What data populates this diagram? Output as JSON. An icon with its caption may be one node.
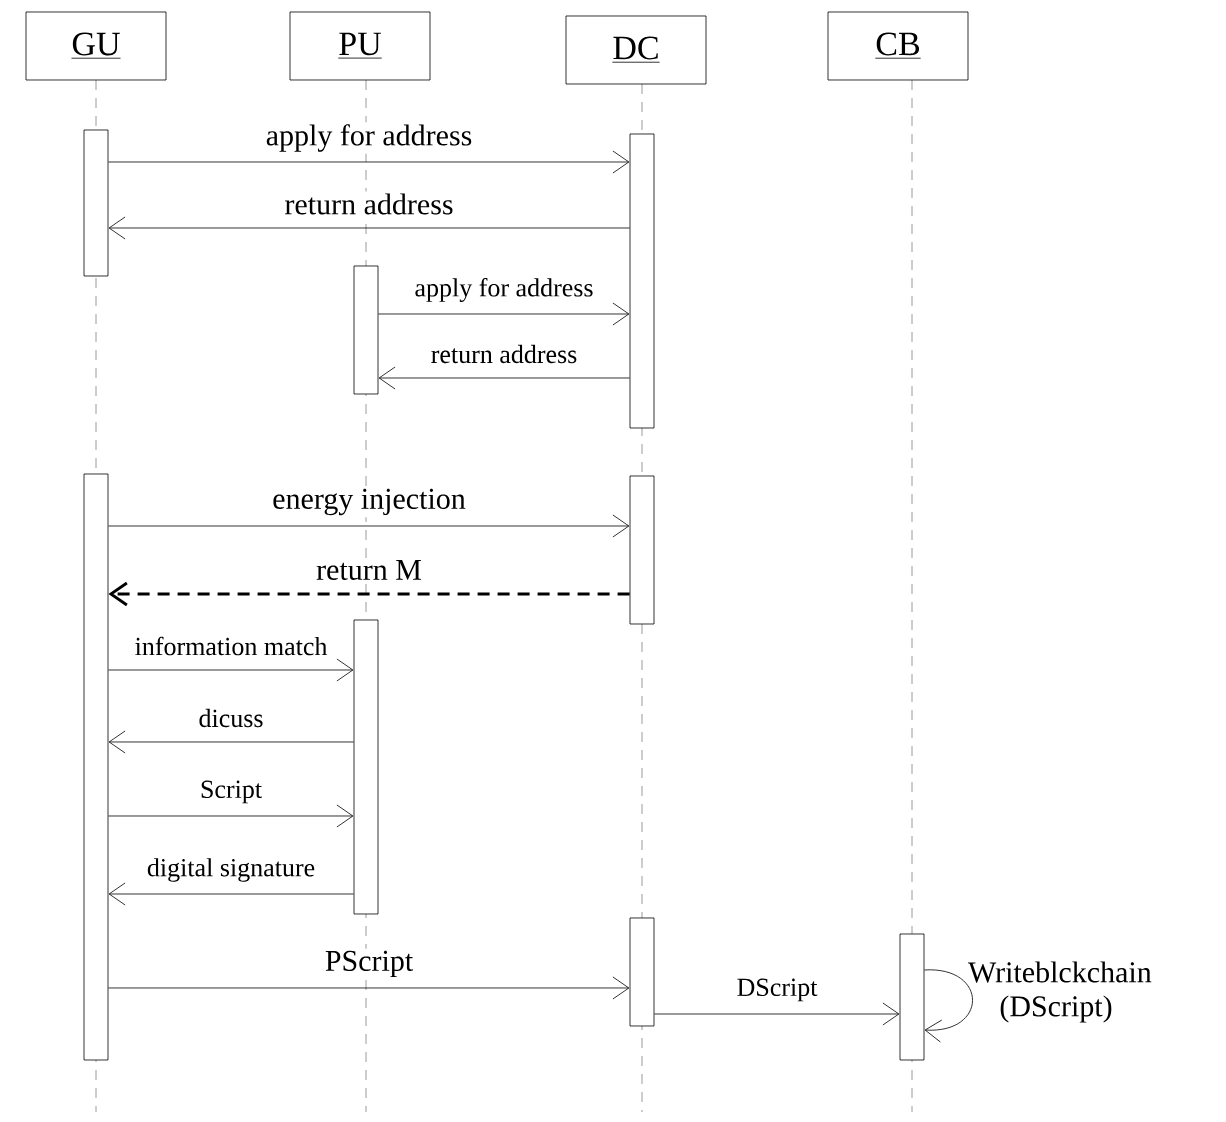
{
  "diagram": {
    "nodes": [
      {
        "text": [
          "GU"
        ]
      },
      {
        "text": [
          "PU"
        ]
      },
      {
        "text": [
          "DC"
        ]
      },
      {
        "text": [
          "CB"
        ]
      },
      {
        "text": [],
        "shape": "bar"
      },
      {
        "text": [],
        "shape": "bar"
      },
      {
        "text": [],
        "shape": "bar"
      },
      {
        "text": [],
        "shape": "bar"
      },
      {
        "text": [],
        "shape": "bar"
      },
      {
        "text": [],
        "shape": "bar"
      },
      {
        "text": [],
        "shape": "bar"
      },
      {
        "text": [],
        "shape": "bar"
      }
    ],
    "edges": [
      {
        "from": 4,
        "to": 5,
        "arrow": "to",
        "label": "apply for address"
      },
      {
        "from": 5,
        "to": 4,
        "arrow": "to",
        "label": "return address"
      },
      {
        "from": 6,
        "to": 5,
        "arrow": "to",
        "label": "apply for address"
      },
      {
        "from": 5,
        "to": 6,
        "arrow": "to",
        "label": "return address"
      },
      {
        "from": 7,
        "to": 8,
        "arrow": "to",
        "label": "energy injection"
      },
      {
        "from": 8,
        "to": 7,
        "arrow": "to",
        "label": "return M",
        "style": "dashed"
      },
      {
        "from": 7,
        "to": 9,
        "arrow": "to",
        "label": "information match"
      },
      {
        "from": 9,
        "to": 7,
        "arrow": "to",
        "label": "dicuss"
      },
      {
        "from": 7,
        "to": 9,
        "arrow": "to",
        "label": "Script"
      },
      {
        "from": 9,
        "to": 7,
        "arrow": "to",
        "label": "digital signature"
      },
      {
        "from": 7,
        "to": 10,
        "arrow": "to",
        "label": "PScript"
      },
      {
        "from": 10,
        "to": 11,
        "arrow": "to",
        "label": "DScript"
      },
      {
        "from": 11,
        "to": 11,
        "arrow": "to",
        "label": "Writeblckchain (DScript)"
      }
    ]
  }
}
